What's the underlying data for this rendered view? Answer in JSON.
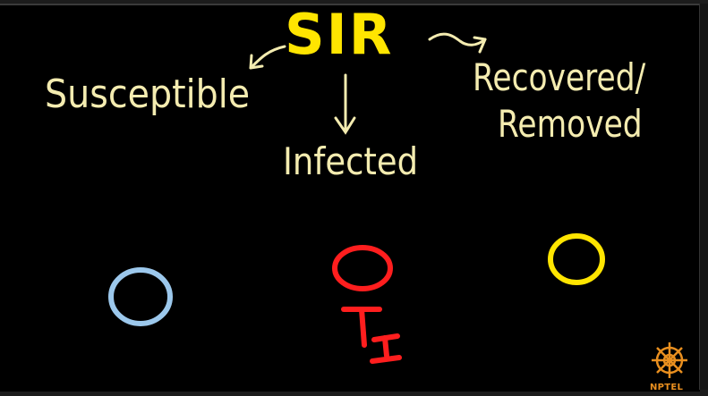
{
  "diagram": {
    "title": "SIR",
    "susceptible": "Susceptible",
    "infected": "Infected",
    "recovered_line1": "Recovered/",
    "recovered_line2": "Removed"
  },
  "icons": [
    "blue-circle",
    "red-circle",
    "yellow-circle",
    "nptel-logo"
  ],
  "colors": {
    "background": "#000000",
    "title": "#ffe500",
    "labels": "#f4ecb0",
    "susceptible_node": "#9cc8ec",
    "infected_node": "#ff1e1e",
    "recovered_node": "#ffe500",
    "logo": "#e98f1f"
  },
  "logo": {
    "text": "NPTEL"
  }
}
